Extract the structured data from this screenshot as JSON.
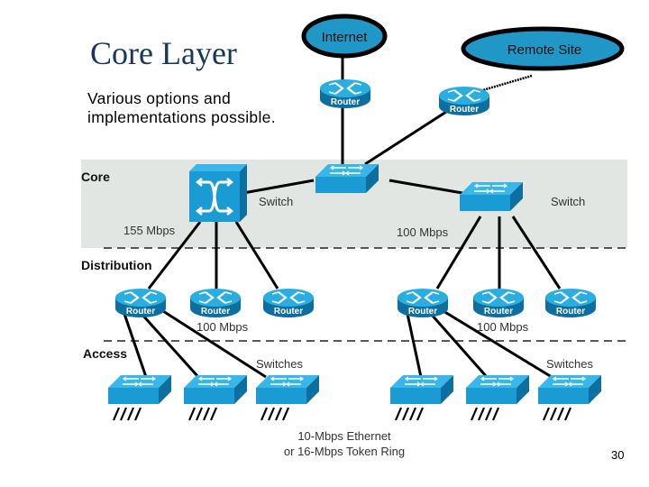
{
  "slide": {
    "title": "Core Layer",
    "subtitle_lines": [
      "Various options and",
      "implementations possible."
    ],
    "page_number": "30"
  },
  "colors": {
    "title": "#17375e",
    "device_blue": "#1a9bd3",
    "device_dark": "#0d6fa0",
    "core_band": "#e1e6e2",
    "cloud_fill": "#2197c7"
  },
  "diagram": {
    "clouds": {
      "internet": "Internet",
      "remote_site": "Remote Site"
    },
    "layers": {
      "core": "Core",
      "distribution": "Distribution",
      "access": "Access"
    },
    "labels": {
      "core_switch_left": "Switch",
      "core_switch_right": "Switch",
      "speed_core_left": "155 Mbps",
      "speed_core_right": "100 Mbps",
      "speed_dist_left": "100 Mbps",
      "speed_dist_right": "100 Mbps",
      "access_switches_left": "Switches",
      "access_switches_right": "Switches",
      "access_media_line1": "10-Mbps Ethernet",
      "access_media_line2": "or 16-Mbps Token Ring"
    },
    "router_label": "Router",
    "icons": {
      "router": "router-icon",
      "workgroup_switch": "workgroup-switch-icon",
      "atm_switch": "atm-switch-icon",
      "cloud": "cloud-ellipse"
    }
  }
}
